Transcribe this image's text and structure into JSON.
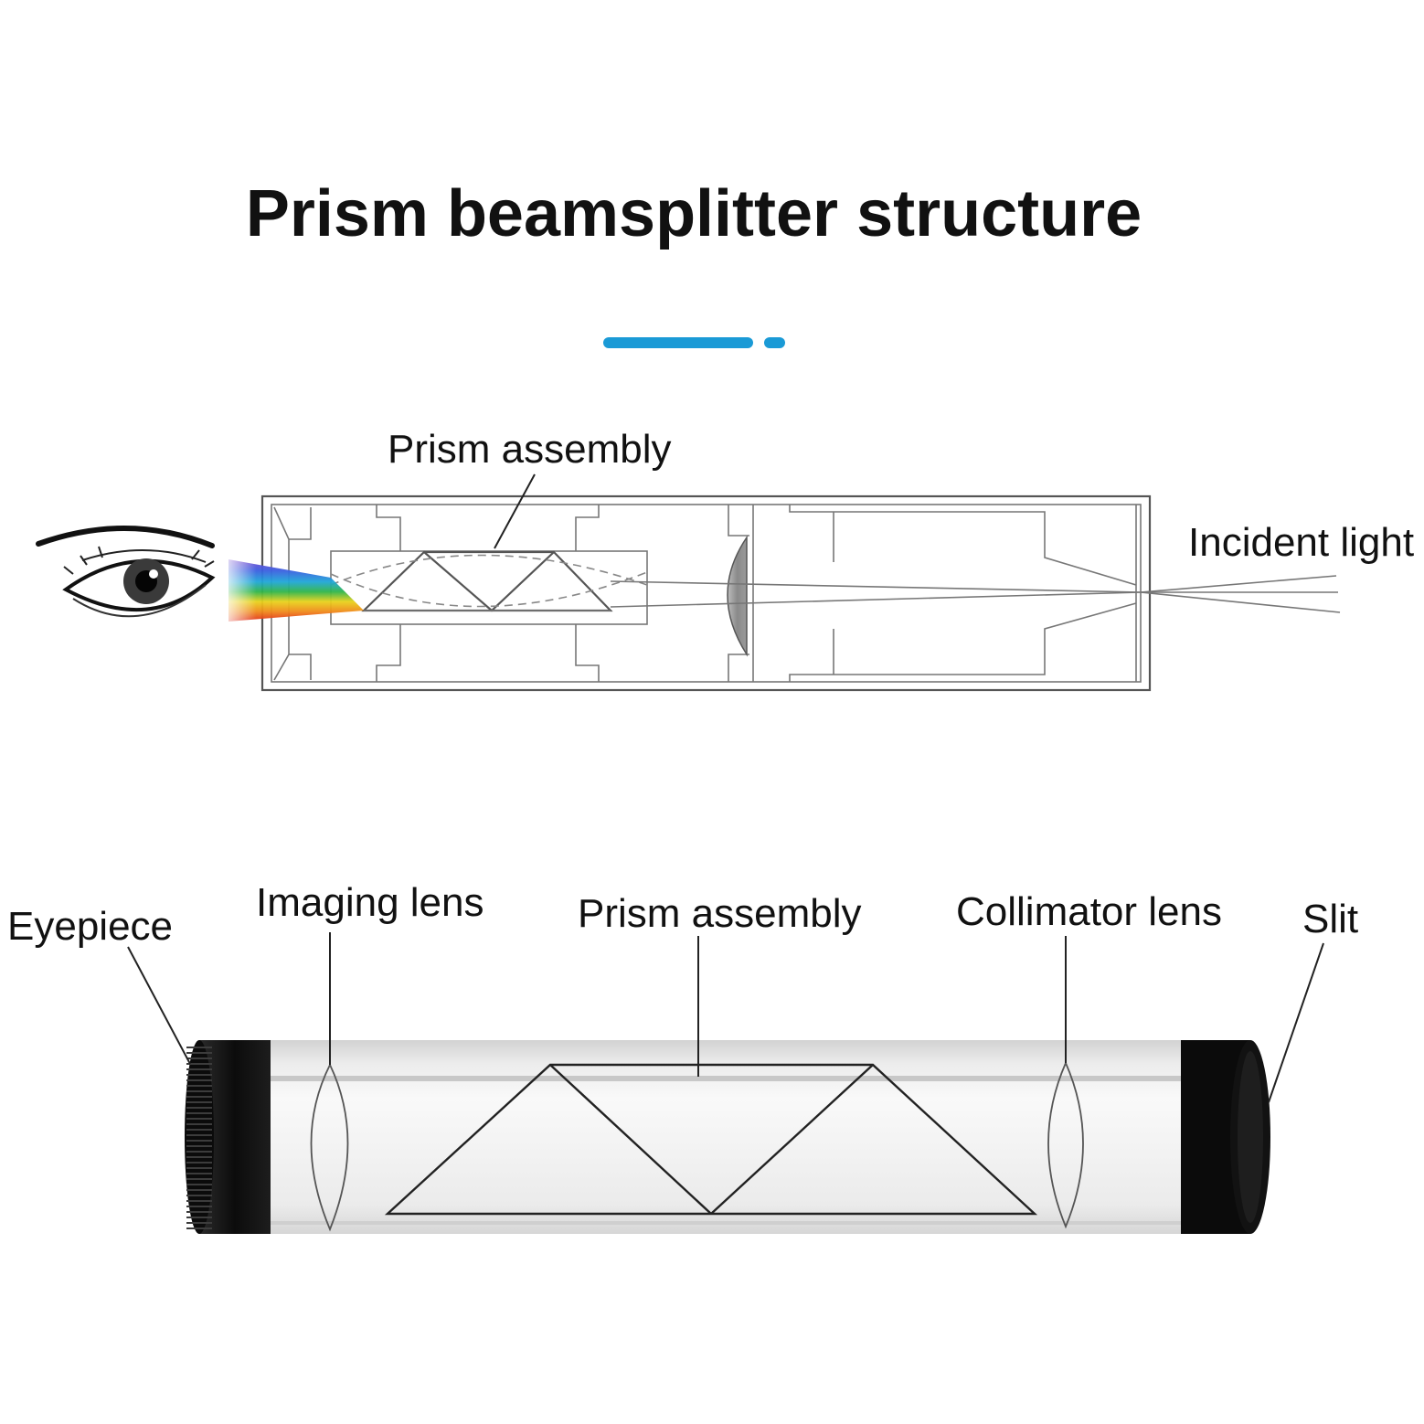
{
  "title": "Prism beamsplitter structure",
  "accent_color": "#1a9ad6",
  "top_diagram": {
    "labels": {
      "prism_assembly": "Prism assembly",
      "incident_light": "Incident light"
    }
  },
  "bottom_diagram": {
    "labels": {
      "eyepiece": "Eyepiece",
      "imaging_lens": "Imaging lens",
      "prism_assembly": "Prism assembly",
      "collimator_lens": "Collimator lens",
      "slit": "Slit"
    }
  },
  "icons": [
    "eye-icon",
    "spectrum-rainbow"
  ]
}
